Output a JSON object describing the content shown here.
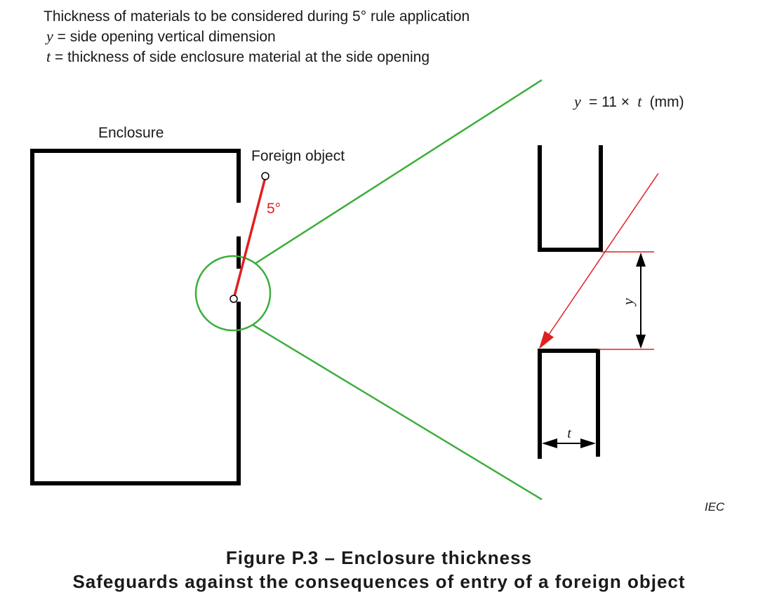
{
  "header": {
    "title": "Thickness of materials to be considered during 5° rule application",
    "y_symbol": "y",
    "y_def": "= side opening vertical dimension",
    "t_symbol": "t",
    "t_def": "= thickness of side enclosure material at the side opening"
  },
  "diagram": {
    "enclosure_label": "Enclosure",
    "foreign_object_label": "Foreign object",
    "angle_label": "5°",
    "formula_y": "y",
    "formula_rest": "= 11 ×",
    "formula_t": "t",
    "formula_unit": "(mm)",
    "dim_y_label": "y",
    "dim_t_label": "t",
    "source_label": "IEC",
    "colors": {
      "line": "#000000",
      "red": "#e02020",
      "green": "#3cae3c"
    }
  },
  "caption": {
    "line1": "Figure P.3 – Enclosure thickness",
    "line2": "Safeguards against the consequences of entry of a foreign object"
  }
}
